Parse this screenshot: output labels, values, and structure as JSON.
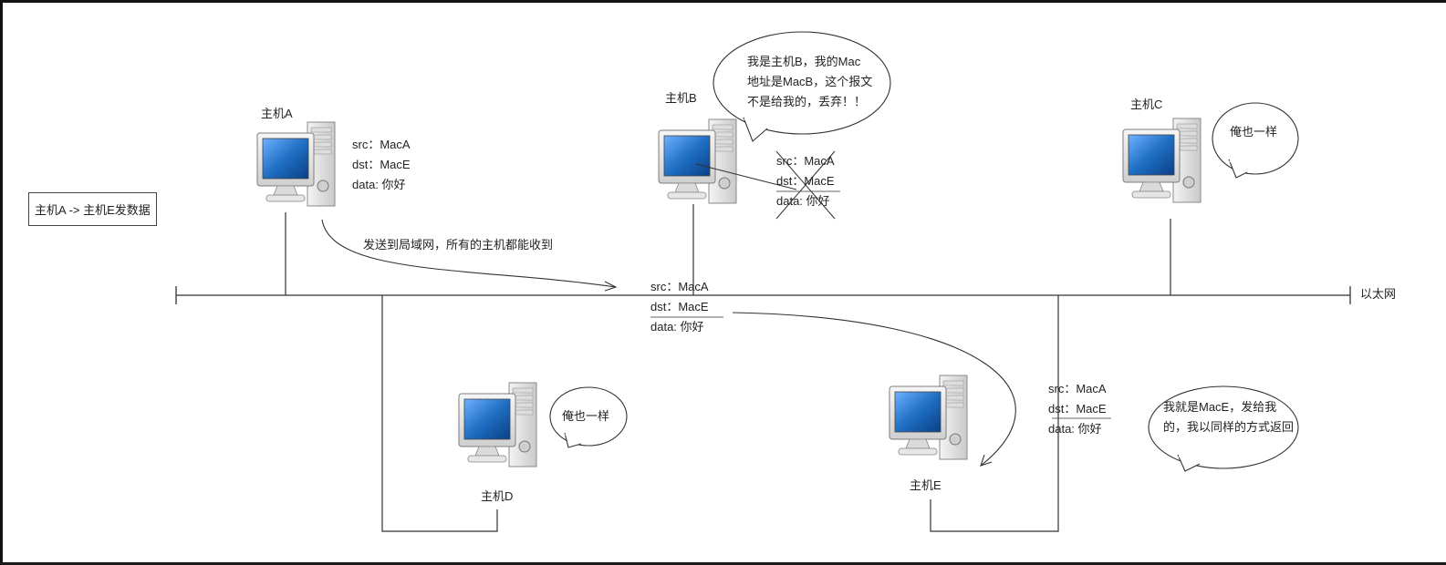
{
  "title_box": "主机A -> 主机E发数据",
  "network_label": "以太网",
  "broadcast_label": "发送到局域网，所有的主机都能收到",
  "hosts": {
    "a": {
      "label": "主机A"
    },
    "b": {
      "label": "主机B"
    },
    "c": {
      "label": "主机C"
    },
    "d": {
      "label": "主机D"
    },
    "e": {
      "label": "主机E"
    }
  },
  "packet": {
    "src": "src：MacA",
    "dst": "dst：MacE",
    "data": "data: 你好"
  },
  "bubbles": {
    "b": [
      "我是主机B，我的Mac",
      "地址是MacB，这个报文",
      "不是给我的，丢弃！！"
    ],
    "c": [
      "俺也一样"
    ],
    "d": [
      "俺也一样"
    ],
    "e": [
      "我就是MacE，发给我",
      "的，我以同样的方式返回"
    ]
  },
  "colors": {
    "line": "#333333",
    "screen": "#1f6fc4",
    "case": "#e8e8e8"
  }
}
